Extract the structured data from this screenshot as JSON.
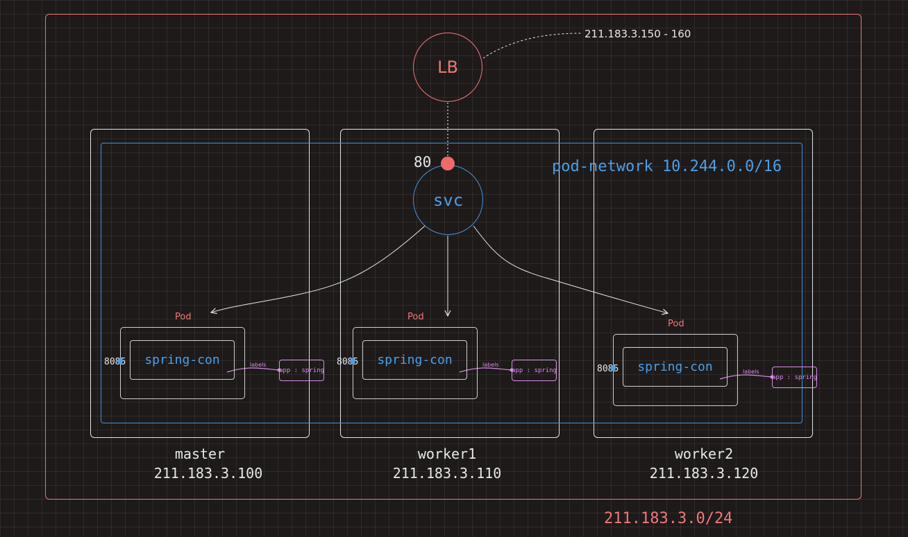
{
  "cluster": {
    "cidr": "211.183.3.0/24"
  },
  "load_balancer": {
    "label": "LB",
    "ip_range": "211.183.3.150 - 160"
  },
  "pod_network": {
    "label": "pod-network 10.244.0.0/16"
  },
  "service": {
    "label": "svc",
    "port": "80"
  },
  "nodes": [
    {
      "name": "master",
      "ip": "211.183.3.100",
      "pod": {
        "label": "Pod",
        "container": "spring-con",
        "port": "8085",
        "labels_caption": "labels",
        "label_value": "app : spring"
      }
    },
    {
      "name": "worker1",
      "ip": "211.183.3.110",
      "pod": {
        "label": "Pod",
        "container": "spring-con",
        "port": "8085",
        "labels_caption": "labels",
        "label_value": "app : spring"
      }
    },
    {
      "name": "worker2",
      "ip": "211.183.3.120",
      "pod": {
        "label": "Pod",
        "container": "spring-con",
        "port": "8085",
        "labels_caption": "labels",
        "label_value": "app : spring"
      }
    }
  ],
  "colors": {
    "background": "#1e1a1a",
    "cluster_border": "#f07878",
    "network_blue": "#4a90d9",
    "label_purple": "#d98ee8",
    "node_border": "#e6e6e6"
  }
}
